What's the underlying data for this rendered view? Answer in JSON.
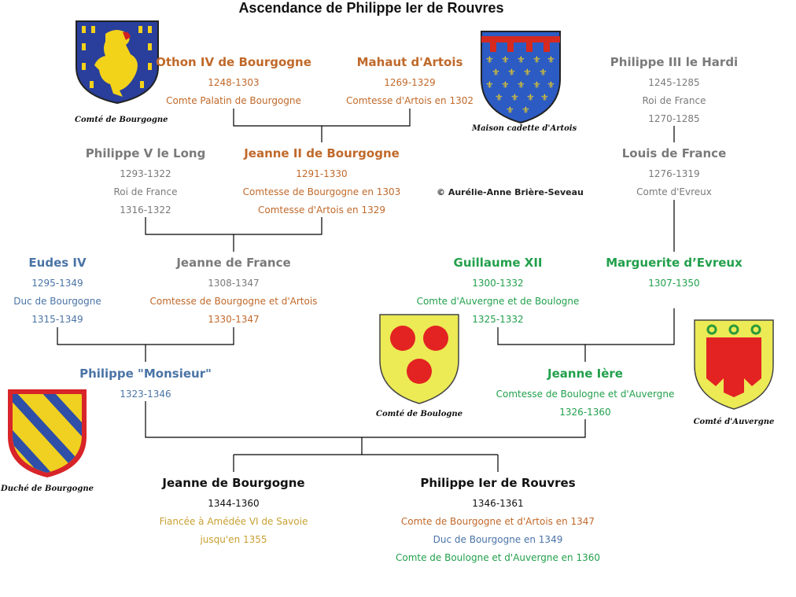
{
  "title": "Ascendance de Philippe Ier de Rouvres",
  "copyright": "© Aurélie-Anne Brière-Seveau",
  "colors": {
    "orange": "#c0692a",
    "gray": "#7a7a7a",
    "blue": "#4a74a6",
    "green": "#22a04c",
    "gold": "#c8a032",
    "line": "#000000"
  },
  "people": {
    "othon": {
      "name": "Othon IV de Bourgogne",
      "lines": [
        "1248-1303",
        "Comte Palatin de Bourgogne"
      ]
    },
    "mahaut": {
      "name": "Mahaut d'Artois",
      "lines": [
        "1269-1329",
        "Comtesse d'Artois en 1302"
      ]
    },
    "philippe3": {
      "name": "Philippe III le Hardi",
      "lines": [
        "1245-1285",
        "Roi de France",
        "1270-1285"
      ]
    },
    "philippe5": {
      "name": "Philippe V le Long",
      "lines": [
        "1293-1322",
        "Roi de France",
        "1316-1322"
      ]
    },
    "jeanne2": {
      "name": "Jeanne II de Bourgogne",
      "lines": [
        "1291-1330",
        "Comtesse de Bourgogne en 1303",
        "Comtesse d'Artois en 1329"
      ]
    },
    "louis": {
      "name": "Louis de France",
      "lines": [
        "1276-1319",
        "Comte d'Evreux"
      ]
    },
    "eudes": {
      "name": "Eudes IV",
      "lines": [
        "1295-1349",
        "Duc de Bourgogne",
        "1315-1349"
      ]
    },
    "jeannefr": {
      "name": "Jeanne de France",
      "lines": [
        "1308-1347",
        "Comtesse de Bourgogne et d'Artois",
        "1330-1347"
      ]
    },
    "guillaume": {
      "name": "Guillaume XII",
      "lines": [
        "1300-1332",
        "Comte d'Auvergne et de Boulogne",
        "1325-1332"
      ]
    },
    "marguerite": {
      "name": "Marguerite d’Evreux",
      "lines": [
        "1307-1350"
      ]
    },
    "philippem": {
      "name": "Philippe \"Monsieur\"",
      "lines": [
        "1323-1346"
      ]
    },
    "jeanne1": {
      "name": "Jeanne Ière",
      "lines": [
        "Comtesse de Boulogne et d'Auvergne",
        "1326-1360"
      ]
    },
    "jeannebg": {
      "name": "Jeanne de Bourgogne",
      "lines": [
        "1344-1360",
        "Fiancée à Amédée VI de Savoie",
        "jusqu'en 1355"
      ]
    },
    "philippe1": {
      "name": "Philippe Ier de Rouvres",
      "lines": [
        "1346-1361",
        "Comte de Bourgogne et d'Artois en 1347",
        "Duc de Bourgogne en 1349",
        "Comte de Boulogne et d'Auvergne en 1360"
      ]
    }
  },
  "shields": {
    "comte_bourgogne": {
      "label": "Comté de Bourgogne",
      "icon": "shield-comte-bourgogne-lion-icon"
    },
    "artois": {
      "label": "Maison cadette d'Artois",
      "icon": "shield-artois-fleur-de-lis-icon"
    },
    "boulogne": {
      "label": "Comté de Boulogne",
      "icon": "shield-boulogne-roundels-icon"
    },
    "auvergne": {
      "label": "Comté d'Auvergne",
      "icon": "shield-auvergne-gonfanon-icon"
    },
    "duche_bourgogne": {
      "label": "Duché de Bourgogne",
      "icon": "shield-duche-bourgogne-bends-icon"
    }
  }
}
